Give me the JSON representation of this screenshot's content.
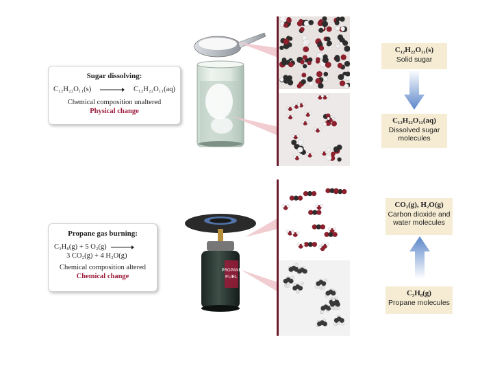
{
  "sugar_card": {
    "title": "Sugar dissolving:",
    "reactant": "C₁₂H₂₂O₁₁(s)",
    "product": "C₁₂H₂₂O₁₁(aq)",
    "note": "Chemical composition unaltered",
    "change": "Physical change"
  },
  "propane_card": {
    "title": "Propane gas burning:",
    "line1_left": "C₃H₈(g) + 5 O₂(g)",
    "line2": "3 CO₂(g) + 4 H₂O(g)",
    "note": "Chemical composition altered",
    "change": "Chemical change"
  },
  "labels": {
    "solid_sugar": {
      "formula": "C₁₂H₂₂O₁₁(s)",
      "text": "Solid sugar"
    },
    "dissolved_sugar": {
      "formula": "C₁₂H₂₂O₁₁(aq)",
      "text1": "Dissolved sugar",
      "text2": "molecules"
    },
    "products": {
      "formula": "CO₂(g), H₂O(g)",
      "text1": "Carbon dioxide and",
      "text2": "water molecules"
    },
    "propane": {
      "formula": "C₃H₈(g)",
      "text": "Propane molecules"
    }
  },
  "canister_text": {
    "line1": "PROPANE",
    "line2": "FUEL"
  },
  "colors": {
    "accent_red": "#9b1b3a",
    "arrow_blue": "#5b86c9",
    "label_bg": "#f5ecd3",
    "divider": "#6b1a2a"
  }
}
